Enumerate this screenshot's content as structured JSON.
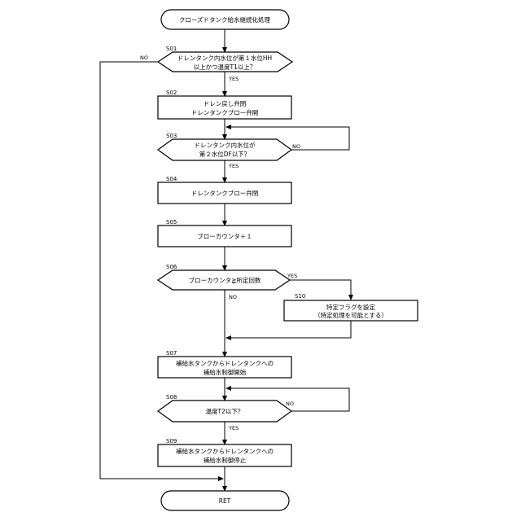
{
  "flowchart": {
    "start": "クローズドタンク給水継続化処理",
    "end": "RET",
    "steps": {
      "s01": {
        "id": "S01",
        "lines": [
          "ドレンタンク内水位が第１水位HH",
          "以上かつ温度T1以上？"
        ],
        "yes": "YES",
        "no": "NO"
      },
      "s02": {
        "id": "S02",
        "lines": [
          "ドレン戻し弁閉",
          "ドレンタンクブロー弁開"
        ]
      },
      "s03": {
        "id": "S03",
        "lines": [
          "ドレンタンク内水位が",
          "第２水位DF以下？"
        ],
        "yes": "YES",
        "no": "NO"
      },
      "s04": {
        "id": "S04",
        "lines": [
          "ドレンタンクブロー弁閉"
        ]
      },
      "s05": {
        "id": "S05",
        "lines": [
          "ブローカウンタ＋１"
        ]
      },
      "s06": {
        "id": "S06",
        "lines": [
          "ブローカウンタ≧所定回数"
        ],
        "yes": "YES",
        "no": "NO"
      },
      "s10": {
        "id": "S10",
        "lines": [
          "特定フラグを設定",
          "（特定処理を可能とする）"
        ]
      },
      "s07": {
        "id": "S07",
        "lines": [
          "補給水タンクからドレンタンクへの",
          "補給水制御開始"
        ]
      },
      "s08": {
        "id": "S08",
        "lines": [
          "温度T2以下？"
        ],
        "yes": "YES",
        "no": "NO"
      },
      "s09": {
        "id": "S09",
        "lines": [
          "補給水タンクからドレンタンクへの",
          "補給水制御停止"
        ]
      }
    }
  }
}
